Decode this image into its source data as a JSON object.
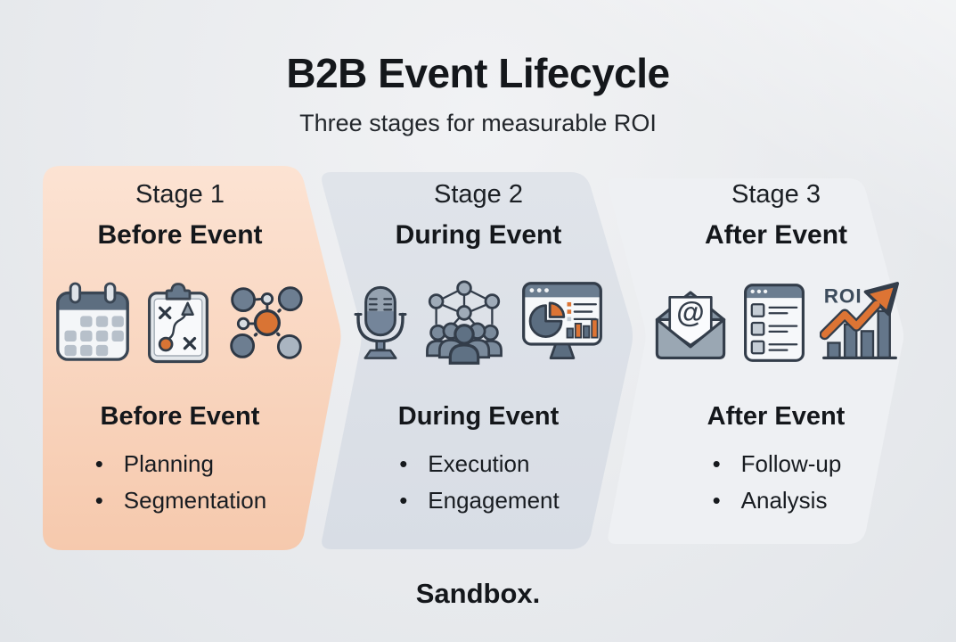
{
  "header": {
    "title": "B2B Event Lifecycle",
    "subtitle": "Three stages for measurable ROI"
  },
  "stages": [
    {
      "stage_label": "Stage 1",
      "name": "Before Event",
      "bullets": [
        "Planning",
        "Segmentation"
      ],
      "icons": [
        "calendar-icon",
        "strategy-clipboard-icon",
        "segmentation-network-icon"
      ],
      "band_color_top": "#fce2d2",
      "band_color_bottom": "#f6c9ad"
    },
    {
      "stage_label": "Stage 2",
      "name": "During Event",
      "bullets": [
        "Execution",
        "Engagement"
      ],
      "icons": [
        "microphone-icon",
        "audience-network-icon",
        "analytics-monitor-icon"
      ],
      "band_color": "#dce1e8"
    },
    {
      "stage_label": "Stage 3",
      "name": "After Event",
      "bullets": [
        "Follow-up",
        "Analysis"
      ],
      "icons": [
        "email-icon",
        "checklist-icon",
        "roi-growth-icon"
      ],
      "band_color": "#edeff2"
    }
  ],
  "icon_text": {
    "roi_label": "ROI",
    "email_at": "@"
  },
  "footer": {
    "brand": "Sandbox."
  },
  "colors": {
    "background": "#e9ebee",
    "accent_orange": "#d97434",
    "slate_dark": "#5d6e80",
    "outline": "#333d4a",
    "text": "#16191d"
  }
}
